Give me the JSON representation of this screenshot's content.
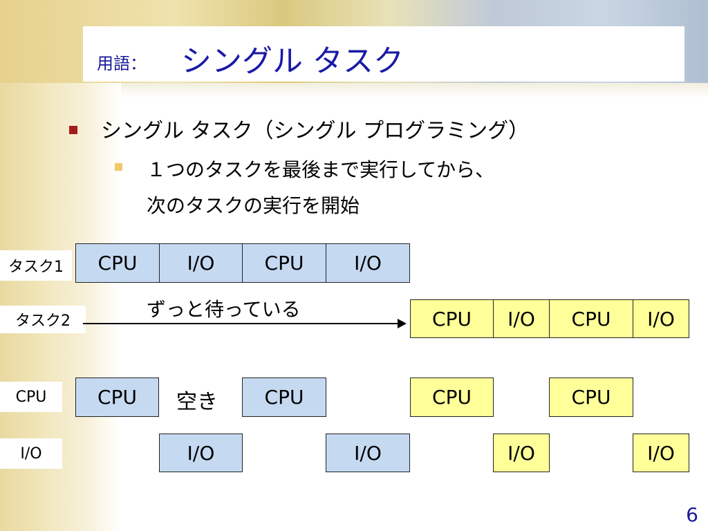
{
  "title": {
    "prefix": "用語：",
    "main": "シングル タスク"
  },
  "bullets": {
    "level1": "シングル タスク（シングル プログラミング）",
    "level2_line1": "１つのタスクを最後まで実行してから、",
    "level2_line2": "次のタスクの実行を開始"
  },
  "rows": {
    "task1": "タスク1",
    "task2": "タスク2",
    "cpu": "CPU",
    "io": "I/O"
  },
  "task1_boxes": [
    "CPU",
    "I/O",
    "CPU",
    "I/O"
  ],
  "task2_boxes": [
    "CPU",
    "I/O",
    "CPU",
    "I/O"
  ],
  "wait_label": "ずっと待っている",
  "cpu_timeline": {
    "a": "CPU",
    "free": "空き",
    "b": "CPU",
    "c": "CPU",
    "d": "CPU"
  },
  "io_timeline": {
    "a": "I/O",
    "b": "I/O",
    "c": "I/O",
    "d": "I/O"
  },
  "colors": {
    "task1": "#c5d9f1",
    "task2": "#ffff99",
    "title": "#1a1aa6",
    "bullet": "#a51c1c"
  },
  "page_number": "6"
}
